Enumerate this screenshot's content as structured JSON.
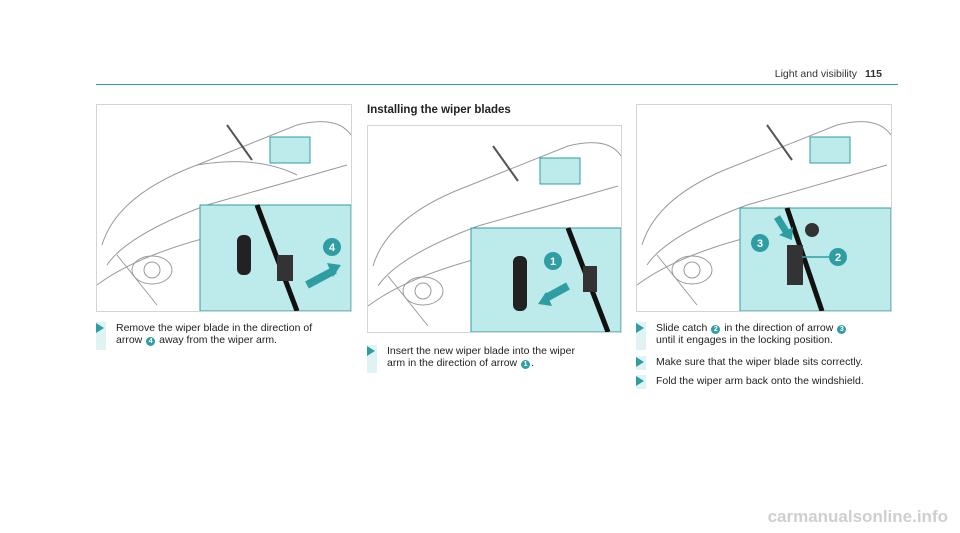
{
  "header": {
    "section": "Light and visibility",
    "page": "115"
  },
  "section_title": "Installing the wiper blades",
  "step1": {
    "pre": "Remove the wiper blade in the direction of",
    "line2_a": "arrow",
    "num": "4",
    "line2_b": "away from the wiper arm."
  },
  "step2": {
    "line1": "Insert the new wiper blade into the wiper",
    "line2_a": "arm in the direction of arrow",
    "num": "1",
    "line2_b": "."
  },
  "step3": {
    "a": "Slide catch",
    "num_a": "2",
    "b": "in the direction of arrow",
    "num_b": "3",
    "line2": "until it engages in the locking position."
  },
  "step4": {
    "text": "Make sure that the wiper blade sits correctly."
  },
  "step5": {
    "text": "Fold the wiper arm back onto the windshield."
  },
  "figure_callouts": {
    "fig1": "4",
    "fig2": "1",
    "fig3_a": "3",
    "fig3_b": "2"
  },
  "watermark": "carmanualsonline.info",
  "colors": {
    "accent": "#2e9ea3",
    "inset": "#bdeaea"
  }
}
